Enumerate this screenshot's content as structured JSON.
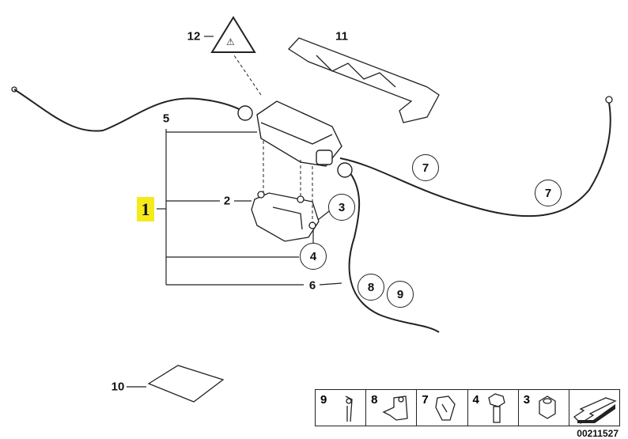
{
  "diagram": {
    "highlighted_part": "1",
    "callouts": {
      "p1": "1",
      "p2": "2",
      "p3": "3",
      "p4": "4",
      "p5": "5",
      "p6": "6",
      "p7a": "7",
      "p7b": "7",
      "p8": "8",
      "p9": "9",
      "p10": "10",
      "p11": "11",
      "p12": "12"
    },
    "legend": [
      "9",
      "8",
      "7",
      "4",
      "3"
    ],
    "document_id": "00211527",
    "highlight_color": "#f5ea1b"
  }
}
